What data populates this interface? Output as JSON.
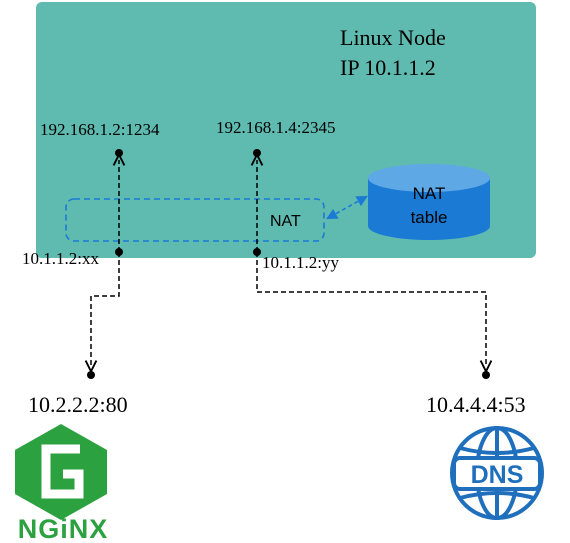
{
  "node": {
    "title": "Linux Node",
    "ip": "IP 10.1.1.2",
    "fill": "#5fbab0"
  },
  "endpoints": {
    "inner_left": "192.168.1.2:1234",
    "inner_right": "192.168.1.4:2345",
    "outer_left": "10.1.1.2:xx",
    "outer_right": "10.1.1.2:yy"
  },
  "nat": {
    "box_label": "NAT",
    "table_line1": "NAT",
    "table_line2": "table",
    "accent": "#1a7ad4"
  },
  "targets": {
    "nginx": {
      "address": "10.2.2.2:80",
      "logo_text": "NGiNX",
      "color": "#2ca140"
    },
    "dns": {
      "address": "10.4.4.4:53",
      "logo_text": "DNS",
      "color": "#1f6fbd"
    }
  }
}
